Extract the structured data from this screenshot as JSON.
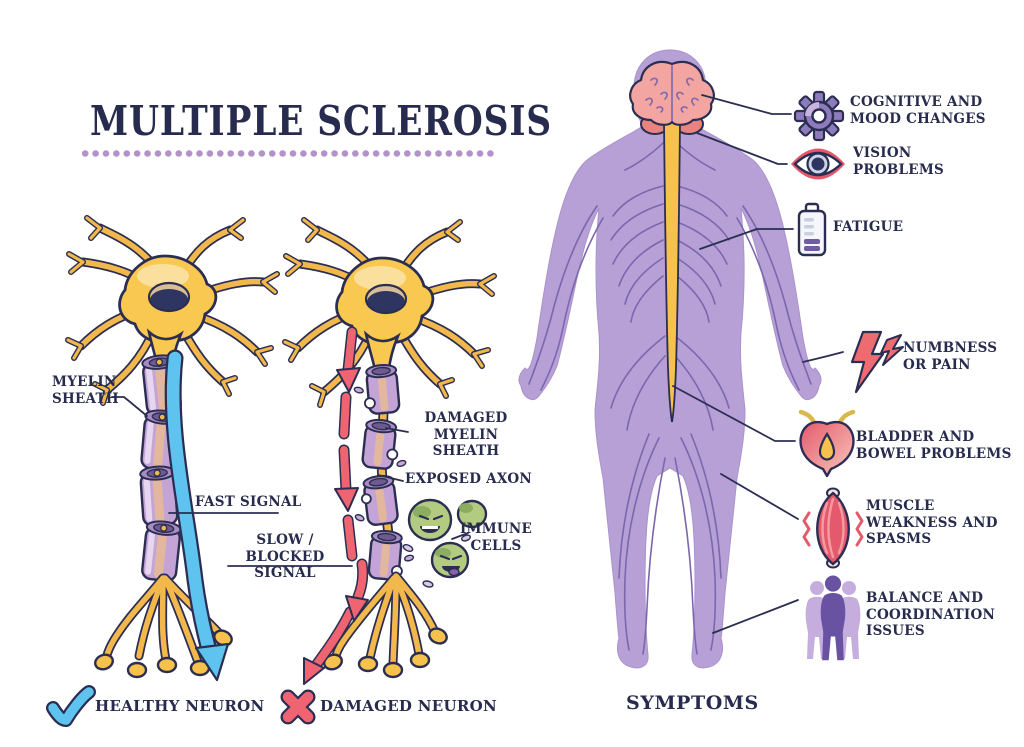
{
  "title": "MULTIPLE SCLEROSIS",
  "colors": {
    "navy_outline": "#2b2e52",
    "text_navy": "#272b4d",
    "body_purple": "#b7a0d6",
    "nerve_purple": "#7b67ae",
    "dot_purple": "#b292c9",
    "neuron_yellow": "#f8c851",
    "myelin_purple": "#c4a4d6",
    "signal_blue": "#5ec3ef",
    "signal_red": "#ee6471",
    "brain_pink": "#f3a5a1",
    "immune_green": "#b2cb81"
  },
  "neuron_section": {
    "myelin_sheath_label": "MYELIN\nSHEATH",
    "fast_signal_label": "FAST SIGNAL",
    "slow_blocked_label": "SLOW /\nBLOCKED SIGNAL",
    "damaged_myelin_label": "DAMAGED\nMYELIN SHEATH",
    "exposed_axon_label": "EXPOSED AXON",
    "immune_cells_label": "IMMUNE\nCELLS"
  },
  "legend": {
    "healthy": {
      "icon": "checkmark-icon",
      "label": "HEALTHY NEURON"
    },
    "damaged": {
      "icon": "x-icon",
      "label": "DAMAGED NEURON"
    }
  },
  "symptoms": {
    "section_title": "SYMPTOMS",
    "items": [
      {
        "icon": "gear-icon",
        "label": "COGNITIVE AND\nMOOD CHANGES"
      },
      {
        "icon": "eye-icon",
        "label": "VISION\nPROBLEMS"
      },
      {
        "icon": "battery-low-icon",
        "label": "FATIGUE"
      },
      {
        "icon": "lightning-icon",
        "label": "NUMBNESS\nOR PAIN"
      },
      {
        "icon": "bladder-icon",
        "label": "BLADDER AND\nBOWEL PROBLEMS"
      },
      {
        "icon": "muscle-icon",
        "label": "MUSCLE\nWEAKNESS AND\nSPASMS"
      },
      {
        "icon": "balance-figures-icon",
        "label": "BALANCE AND\nCOORDINATION\nISSUES"
      }
    ]
  }
}
